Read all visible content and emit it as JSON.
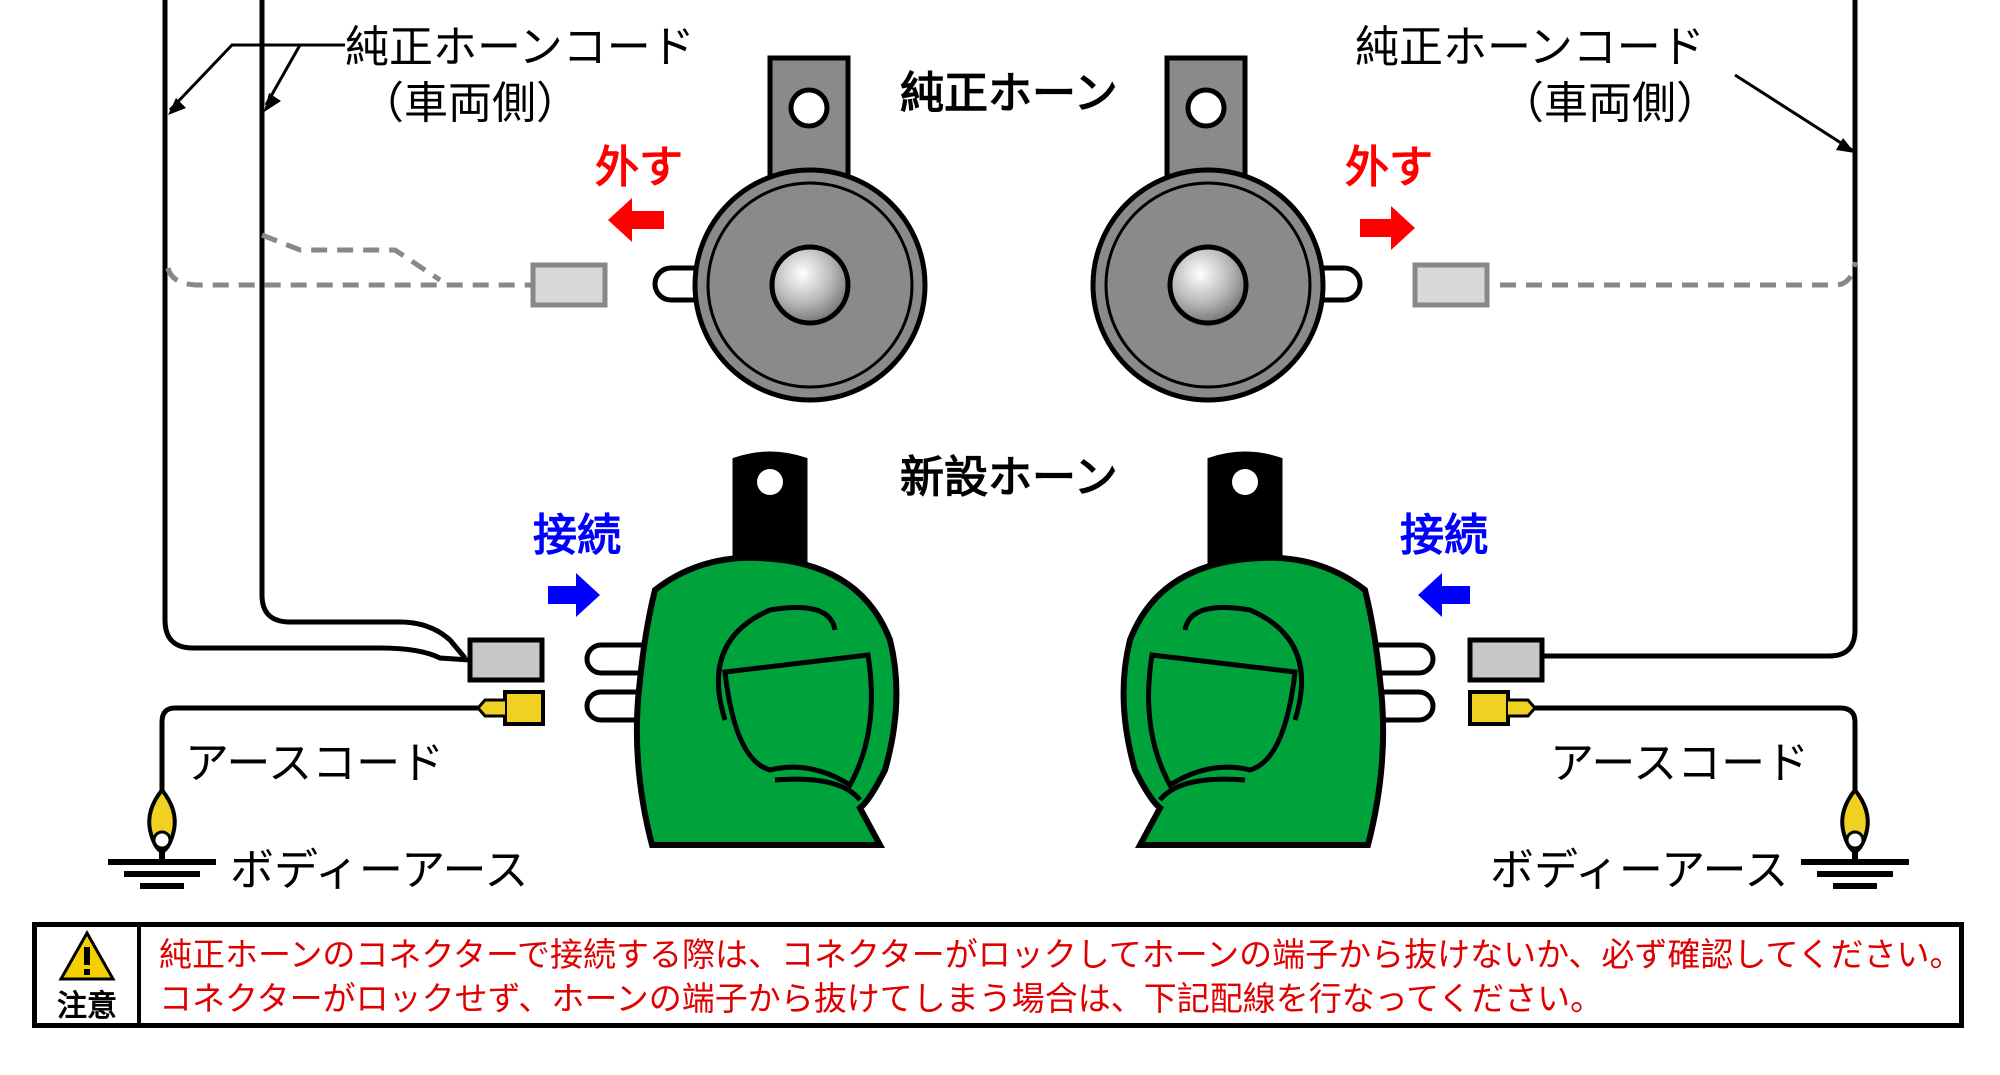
{
  "labels": {
    "factory_cord_left": "純正ホーンコード",
    "factory_cord_left_sub": "（車両側）",
    "factory_cord_right": "純正ホーンコード",
    "factory_cord_right_sub": "（車両側）",
    "factory_horn": "純正ホーン",
    "new_horn": "新設ホーン",
    "remove_left": "外す",
    "remove_right": "外す",
    "connect_left": "接続",
    "connect_right": "接続",
    "earth_cord_left": "アースコード",
    "earth_cord_right": "アースコード",
    "body_earth_left": "ボディーアース",
    "body_earth_right": "ボディーアース"
  },
  "caution": {
    "label": "注意",
    "line1": "純正ホーンのコネクターで接続する際は、コネクターがロックしてホーンの端子から抜けないか、必ず確認してください。",
    "line2": "コネクターがロックせず、ホーンの端子から抜けてしまう場合は、下記配線を行なってください。"
  },
  "colors": {
    "remove_arrow": "#ff0000",
    "connect_arrow": "#0000ff",
    "new_horn_body": "#00a23c",
    "factory_horn_body": "#8a8a8a",
    "earth_terminal": "#f0d020"
  },
  "icons": {
    "caution": "warning-triangle-icon",
    "ground": "ground-icon"
  }
}
